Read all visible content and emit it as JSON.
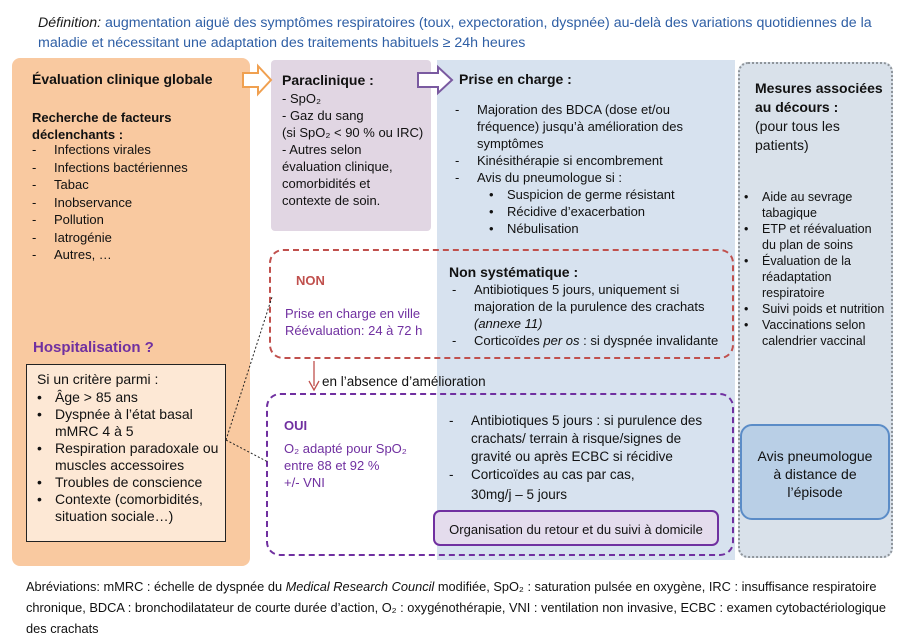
{
  "definition": {
    "label": "Définition:",
    "text": " augmentation aiguë des symptômes respiratoires (toux, expectoration, dyspnée) au-delà des variations quotidiennes de la maladie et nécessitant une adaptation des traitements habituels ≥ 24h heures"
  },
  "evaluation": {
    "title": "Évaluation clinique globale",
    "factors_title_1": "Recherche de facteurs",
    "factors_title_2": "déclenchants :",
    "factors": [
      "Infections virales",
      "Infections bactériennes",
      "Tabac",
      "Inobservance",
      "Pollution",
      "Iatrogénie",
      "Autres, …"
    ]
  },
  "hospitalisation": {
    "title": "Hospitalisation ?",
    "criteria_intro": "Si un critère parmi :",
    "criteria": [
      "Âge > 85 ans",
      "Dyspnée à l’état basal mMRC 4 à 5",
      "Respiration paradoxale ou muscles accessoires",
      "Troubles de conscience",
      "Contexte (comorbidités, situation sociale…)"
    ]
  },
  "paraclinique": {
    "title": "Paraclinique :",
    "lines": [
      "- SpO₂",
      "- Gaz du sang",
      "(si SpO₂ < 90 % ou IRC)",
      "- Autres selon",
      "évaluation clinique,",
      "comorbidités et",
      "contexte de soin."
    ]
  },
  "prise_en_charge": {
    "title": "Prise en charge :",
    "items": [
      "Majoration des BDCA (dose et/ou fréquence) jusqu’à amélioration des symptômes",
      "Kinésithérapie si encombrement",
      "Avis du pneumologue si :"
    ],
    "sub_items": [
      "Suspicion de germe résistant",
      "Récidive d’exacerbation",
      "Nébulisation"
    ]
  },
  "non": {
    "label": "NON",
    "line1": "Prise en charge en ville",
    "line2": "Réévaluation: 24 à 72 h",
    "title": "Non systématique :",
    "antibio": "Antibiotiques 5 jours, uniquement si majoration de la purulence des crachats",
    "annexe": "(annexe 11)",
    "cortico_pre": "Corticoïdes ",
    "cortico_em": "per os",
    "cortico_post": " : si dyspnée invalidante"
  },
  "transition": "en l’absence d’amélioration",
  "oui": {
    "label": "OUI",
    "line1": "O₂ adapté pour SpO₂",
    "line2": "entre 88 et 92 %",
    "line3": "+/- VNI",
    "items": [
      "Antibiotiques 5 jours : si purulence des crachats/ terrain à risque/signes de gravité ou après ECBC si récidive",
      "Corticoïdes au cas par cas,"
    ],
    "cortico_dose": "30mg/j – 5 jours"
  },
  "organisation": "Organisation du retour et du suivi à domicile",
  "mesures": {
    "title_1": "Mesures associées",
    "title_2": "au décours :",
    "subtitle_1": "(pour tous les",
    "subtitle_2": "patients)",
    "items": [
      "Aide au sevrage tabagique",
      "ETP et réévaluation du plan de soins",
      "Évaluation de la réadaptation respiratoire",
      "Suivi poids et nutrition",
      "Vaccinations selon calendrier vaccinal"
    ]
  },
  "avis_pneumo": "Avis pneumologue à distance de l’épisode",
  "abbreviations": {
    "p1": "Abréviations: mMRC : échelle de dyspnée du ",
    "p1_em": "Medical Research Council",
    "p2": " modifiée, SpO₂ : saturation pulsée en oxygène, IRC : insuffisance respiratoire chronique, BDCA : bronchodilatateur de courte durée d’action, O₂ : oxygénothérapie, VNI : ventilation non invasive, ECBC : examen cytobactériologique des crachats"
  },
  "colors": {
    "definition": "#2f5fa5",
    "evaluation": "#f9c9a0",
    "paraclinique": "#e1d6e3",
    "prise_en_charge": "#d7e2ef",
    "non": "#c0504d",
    "oui": "#7030a0",
    "avis": "#b9cfe6"
  }
}
